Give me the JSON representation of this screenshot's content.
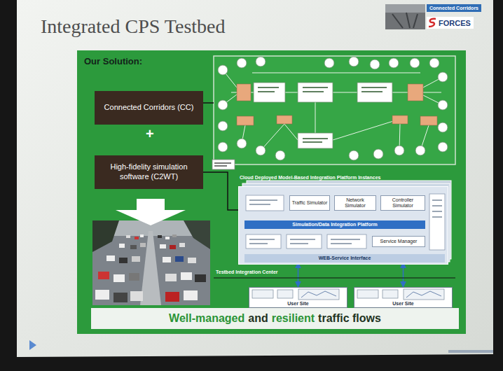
{
  "diagram": {
    "title": "Integrated CPS Testbed",
    "nodes": [
      {
        "text": [
          "Connected Corridors"
        ]
      },
      {
        "text": [
          "FORCES"
        ]
      },
      {
        "text": [
          "Our Solution:"
        ]
      },
      {
        "text": [
          "Connected Corridors (CC)"
        ],
        "in": 2
      },
      {
        "text": [
          "High-fidelity simulation software (C2WT)"
        ],
        "in": 2
      },
      {
        "text": [
          "Cloud Deployed Model-Based Integration Platform Instances"
        ],
        "in": 2
      },
      {
        "text": [
          "Traffic Simulator"
        ],
        "in": 5
      },
      {
        "text": [
          "Network Simulator"
        ],
        "in": 5
      },
      {
        "text": [
          "Controller Simulator"
        ],
        "in": 5
      },
      {
        "text": [
          "Simulation/Data Integration Platform"
        ],
        "in": 5
      },
      {
        "text": [
          "Service Manager"
        ],
        "in": 5
      },
      {
        "text": [
          "WEB-Service Interface"
        ],
        "in": 5
      },
      {
        "text": [
          "User Site"
        ],
        "in": 2
      },
      {
        "text": [
          "User Site"
        ],
        "in": 2
      },
      {
        "text": [
          "Well-managed",
          "and",
          "resilient",
          "traffic flows"
        ],
        "in": 2
      }
    ],
    "edges": [
      {
        "from": 4,
        "to": 5,
        "arrow": "none"
      },
      {
        "from": 11,
        "to": 12,
        "arrow": "both"
      },
      {
        "from": 11,
        "to": 13,
        "arrow": "both"
      }
    ],
    "labels": [
      "+",
      "Testbed Integration Center"
    ]
  }
}
